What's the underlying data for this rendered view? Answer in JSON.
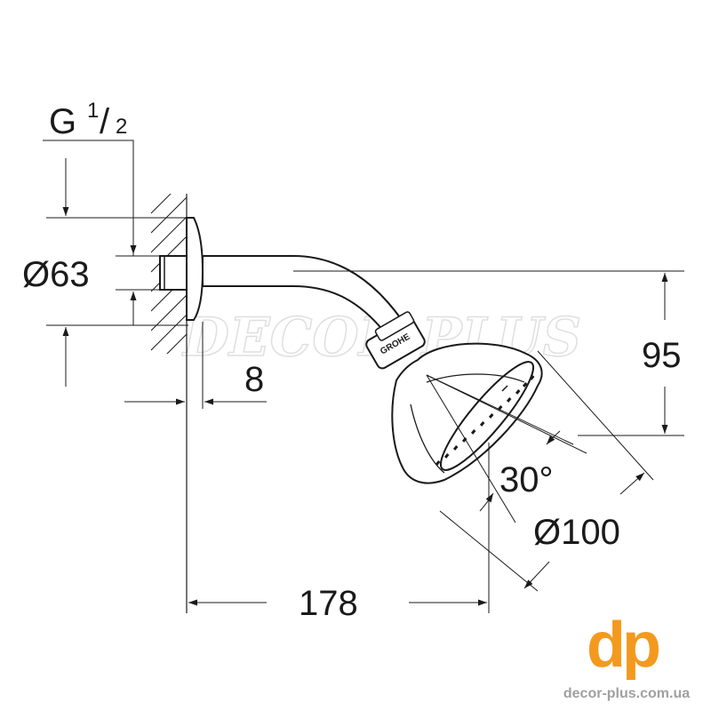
{
  "drawing": {
    "thread_label": {
      "main": "G",
      "num": "1",
      "den": "2"
    },
    "dimensions": {
      "flange_diameter": "Ø63",
      "flange_thickness": "8",
      "height": "95",
      "angle": "30°",
      "head_diameter": "Ø100",
      "projection": "178"
    },
    "head_brand": "GROHE"
  },
  "watermark": "DECOR PLUS",
  "branding": {
    "logo": "dp",
    "site": "decor-plus.com.ua",
    "accent_color": "#f39a1e"
  },
  "colors": {
    "line": "#1a1a1a",
    "background": "#ffffff"
  }
}
